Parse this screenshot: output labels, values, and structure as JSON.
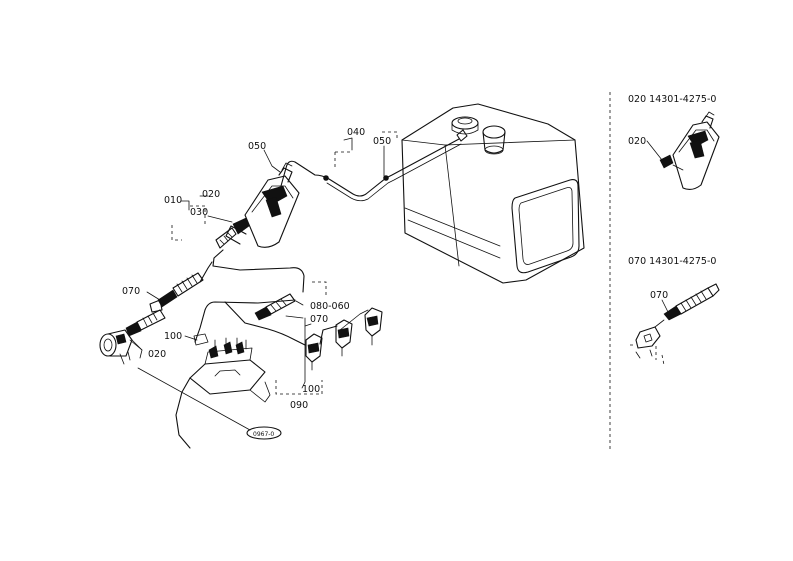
{
  "main_labels": {
    "p010": "010",
    "p020_top": "020",
    "p030": "030",
    "p050_filter": "050",
    "p040": "040",
    "p050_tank": "050",
    "p070_left": "070",
    "p020_lower": "020",
    "p100_left": "100",
    "p080_060": "080-060",
    "p070_mid": "070",
    "p100_lower": "100",
    "p090": "090"
  },
  "stamp_text": "0967-0",
  "detail_panels": [
    {
      "header": "020  14301-4275-0",
      "callout": "020"
    },
    {
      "header": "070  14301-4275-0",
      "callout": "070"
    }
  ],
  "icons": [
    "fuel-tank",
    "fuel-filter",
    "injection-pump",
    "injection-nozzle",
    "fuel-hose"
  ]
}
